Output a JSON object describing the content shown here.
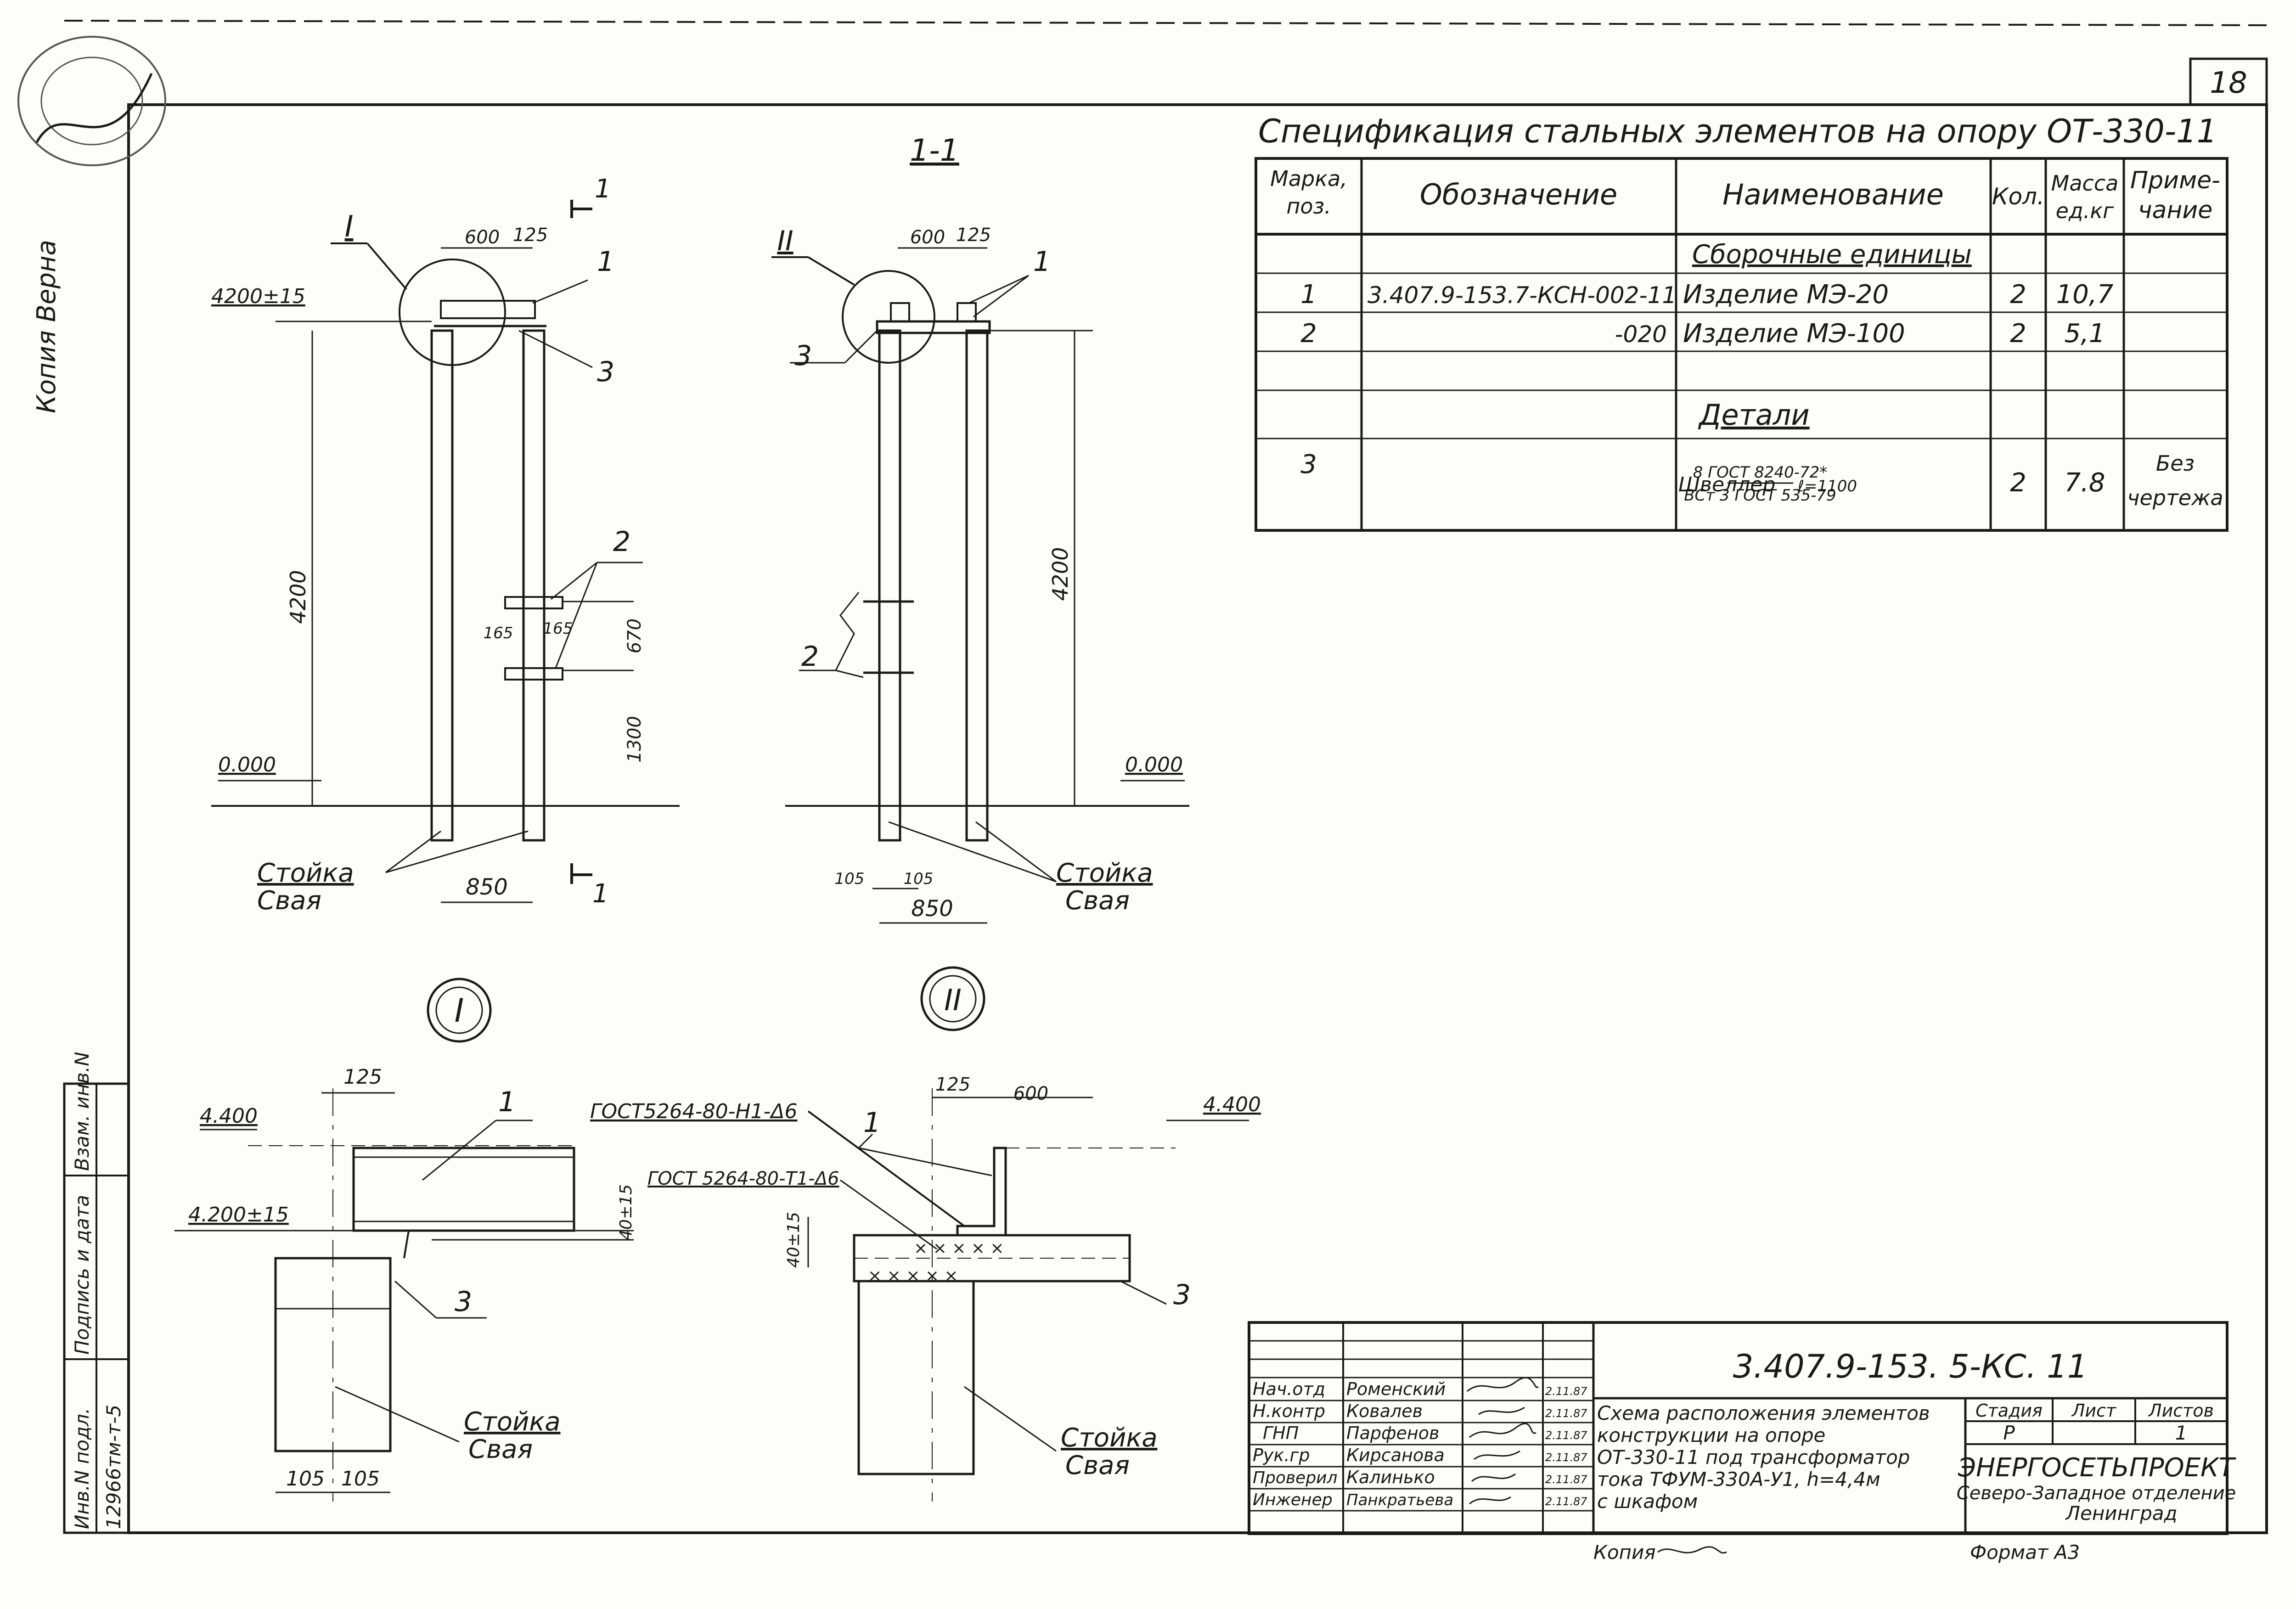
{
  "sheet_number": "18",
  "spec": {
    "title": "Спецификация  стальных   элементов  на  опору  ОТ-330-11",
    "headers": {
      "mark_line1": "Марка,",
      "mark_line2": "поз.",
      "designation": "Обозначение",
      "name": "Наименование",
      "qty": "Кол.",
      "mass_line1": "Масса",
      "mass_line2": "ед.кг",
      "note_line1": "Приме-",
      "note_line2": "чание"
    },
    "section_assemblies": "Сборочные  единицы",
    "section_details": "Детали",
    "rows": [
      {
        "mark": "1",
        "designation": "3.407.9-153.7-КСН-002-11",
        "name": "Изделие  МЭ-20",
        "qty": "2",
        "mass": "10,7",
        "note": ""
      },
      {
        "mark": "2",
        "designation": "-020",
        "name": "Изделие  МЭ-100",
        "qty": "2",
        "mass": "5,1",
        "note": ""
      }
    ],
    "detail_row": {
      "mark": "3",
      "name_prefix": "Швеллер",
      "name_top": "8 ГОСТ 8240-72*",
      "name_bottom": "ВСт 3 ГОСТ 535-79",
      "name_suffix": "ℓ=1100",
      "qty": "2",
      "mass": "7.8",
      "note_line1": "Без",
      "note_line2": "чертежа"
    }
  },
  "views": {
    "front": {
      "callout": "I",
      "section_mark": "1",
      "dims": [
        "600",
        "125",
        "4200",
        "670",
        "1300",
        "165",
        "165",
        "850"
      ],
      "level_top": "4200±15",
      "level_ground": "0.000",
      "labels": [
        "1",
        "3",
        "2"
      ],
      "post_line1": "Стойка",
      "post_line2": "Свая"
    },
    "section": {
      "title": "1-1",
      "callout": "II",
      "dims": [
        "600",
        "125",
        "4200",
        "105",
        "105",
        "850"
      ],
      "level_ground": "0.000",
      "labels": [
        "1",
        "3",
        "2"
      ],
      "post_line1": "Стойка",
      "post_line2": "Свая"
    },
    "detail1": {
      "circle": "I",
      "dims": [
        "125",
        "40±15",
        "105",
        "105"
      ],
      "level_top": "4.400",
      "level_mid": "4.200±15",
      "labels": [
        "1",
        "3"
      ],
      "post_line1": "Стойка",
      "post_line2": "Свая"
    },
    "detail2": {
      "circle": "II",
      "dims": [
        "125",
        "600",
        "40±15"
      ],
      "level_top": "4.400",
      "weld1": "ГОСТ5264-80-Н1-Δ6",
      "weld2": "ГОСТ 5264-80-Т1-Δ6",
      "labels": [
        "1",
        "3"
      ],
      "post_line1": "Стойка",
      "post_line2": "Свая"
    }
  },
  "side_stamp": {
    "copy_verified": "Копия Верна",
    "inv_orig": "Инв.N подл.",
    "signature_date": "Подпись и дата",
    "replaced_inv": "Взам. инв.N",
    "inv_number": "12966тм-т-5"
  },
  "title_block": {
    "code": "3.407.9-153. 5-КС. 11",
    "description_lines": [
      "Схема расположения элементов",
      "конструкции   на   опоре",
      "ОТ-330-11 под трансформатор",
      "тока  ТФУМ-330А-У1, h=4,4м",
      "с  шкафом"
    ],
    "stage_label": "Стадия",
    "sheet_label": "Лист",
    "sheets_label": "Листов",
    "stage_value": "Р",
    "sheets_value": "1",
    "org_name": "ЭНЕРГОСЕТЬПРОЕКТ",
    "org_branch": "Северо-Западное отделение",
    "org_city": "Ленинград",
    "people": [
      {
        "role": "Нач.отд",
        "name": "Роменский",
        "date": "2.11.87"
      },
      {
        "role": "Н.контр",
        "name": "Ковалев",
        "date": "2.11.87"
      },
      {
        "role": "ГНП",
        "name": "Парфенов",
        "date": "2.11.87"
      },
      {
        "role": "Рук.гр",
        "name": "Кирсанова",
        "date": "2.11.87"
      },
      {
        "role": "Проверил",
        "name": "Калинько",
        "date": "2.11.87"
      },
      {
        "role": "Инженер",
        "name": "Панкратьева",
        "date": "2.11.87"
      }
    ]
  },
  "footer": {
    "copied": "Копия",
    "format": "Формат А3"
  }
}
